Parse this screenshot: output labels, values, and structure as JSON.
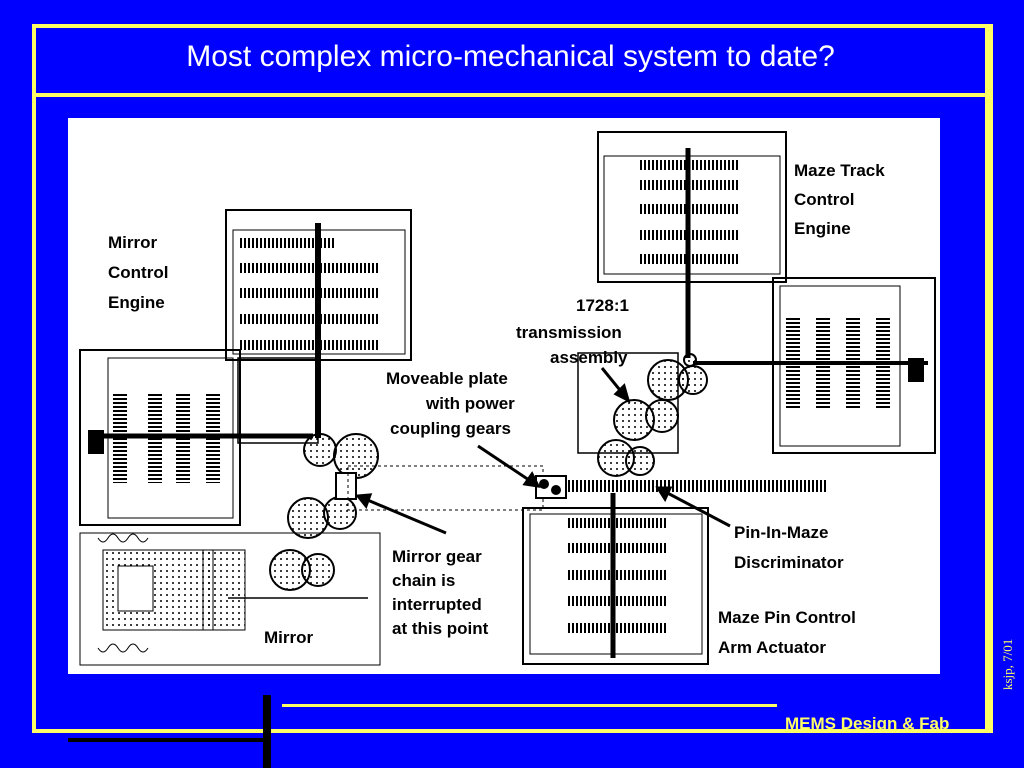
{
  "slide": {
    "title": "Most complex micro-mechanical system to date?",
    "footer": "MEMS Design & Fab",
    "author_date": "ksjp, 7/01",
    "colors": {
      "background": "#0000ff",
      "accent": "#ffff66",
      "title_text": "#ffffff"
    }
  },
  "figure": {
    "labels": {
      "mirror_control_1": "Mirror",
      "mirror_control_2": "Control",
      "mirror_control_3": "Engine",
      "maze_track_1": "Maze Track",
      "maze_track_2": "Control",
      "maze_track_3": "Engine",
      "transmission_1": "1728:1",
      "transmission_2": "transmission",
      "transmission_3": "assembly",
      "plate_1": "Moveable plate",
      "plate_2": "with power",
      "plate_3": "coupling gears",
      "pin_in_maze_1": "Pin-In-Maze",
      "pin_in_maze_2": "Discriminator",
      "mirror_gear_1": "Mirror gear",
      "mirror_gear_2": "chain is",
      "mirror_gear_3": "interrupted",
      "mirror_gear_4": "at this point",
      "mirror": "Mirror",
      "maze_pin_1": "Maze Pin Control",
      "maze_pin_2": "Arm Actuator"
    }
  }
}
